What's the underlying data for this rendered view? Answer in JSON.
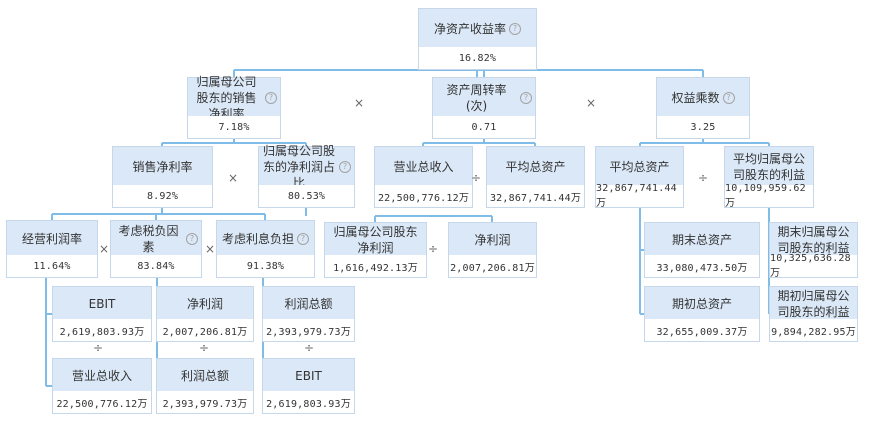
{
  "nodes": {
    "roe": {
      "label": "净资产收益率",
      "value": "16.82%"
    },
    "net_margin_parent": {
      "label": "归属母公司股东的销售净利率",
      "value": "7.18%"
    },
    "asset_turnover": {
      "label": "资产周转率(次)",
      "value": "0.71"
    },
    "equity_multiplier": {
      "label": "权益乘数",
      "value": "3.25"
    },
    "net_margin": {
      "label": "销售净利率",
      "value": "8.92%"
    },
    "parent_profit_ratio": {
      "label": "归属母公司股东的净利润占比",
      "value": "80.53%"
    },
    "revenue_top": {
      "label": "营业总收入",
      "value": "22,500,776.12万"
    },
    "avg_assets_top": {
      "label": "平均总资产",
      "value": "32,867,741.44万"
    },
    "avg_assets_right": {
      "label": "平均总资产",
      "value": "32,867,741.44万"
    },
    "avg_parent_equity": {
      "label": "平均归属母公司股东的利益",
      "value": "10,109,959.62万"
    },
    "op_margin": {
      "label": "经营利润率",
      "value": "11.64%"
    },
    "tax_burden": {
      "label": "考虑税负因素",
      "value": "83.84%"
    },
    "interest_burden": {
      "label": "考虑利息负担",
      "value": "91.38%"
    },
    "parent_net_profit": {
      "label": "归属母公司股东净利润",
      "value": "1,616,492.13万"
    },
    "net_profit_mid": {
      "label": "净利润",
      "value": "2,007,206.81万"
    },
    "end_assets": {
      "label": "期末总资产",
      "value": "33,080,473.50万"
    },
    "begin_assets": {
      "label": "期初总资产",
      "value": "32,655,009.37万"
    },
    "end_parent_equity": {
      "label": "期末归属母公司股东的利益",
      "value": "10,325,636.28万"
    },
    "begin_parent_equity": {
      "label": "期初归属母公司股东的利益",
      "value": "9,894,282.95万"
    },
    "ebit_a": {
      "label": "EBIT",
      "value": "2,619,803.93万"
    },
    "revenue_low": {
      "label": "营业总收入",
      "value": "22,500,776.12万"
    },
    "net_profit_low": {
      "label": "净利润",
      "value": "2,007,206.81万"
    },
    "total_profit_a": {
      "label": "利润总额",
      "value": "2,393,979.73万"
    },
    "total_profit_b": {
      "label": "利润总额",
      "value": "2,393,979.73万"
    },
    "ebit_b": {
      "label": "EBIT",
      "value": "2,619,803.93万"
    }
  },
  "operators": {
    "times": "×",
    "divide": "÷"
  },
  "help_glyph": "?",
  "colors": {
    "node_fill": "#dbe8f7",
    "node_border": "#c7d7ea",
    "connector": "#7fbde8",
    "text": "#333333"
  }
}
